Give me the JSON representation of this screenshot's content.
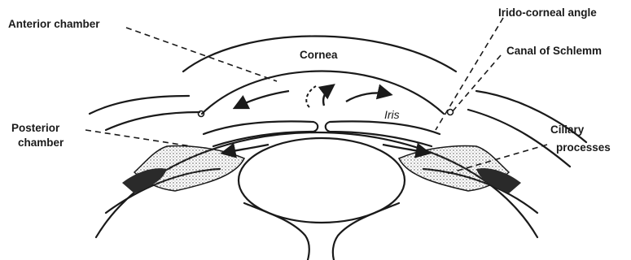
{
  "labels": {
    "anterior_chamber": "Anterior chamber",
    "cornea": "Cornea",
    "irido_corneal_angle": "Irido-corneal angle",
    "canal_of_schlemm": "Canal of Schlemm",
    "iris": "Iris",
    "posterior_chamber_line1": "Posterior",
    "posterior_chamber_line2": "chamber",
    "ciliary_processes_line1": "Ciliary",
    "ciliary_processes_line2": "processes"
  },
  "colors": {
    "ink": "#1a1a1a",
    "stipple": "#555555",
    "dark_fill": "#333333"
  }
}
